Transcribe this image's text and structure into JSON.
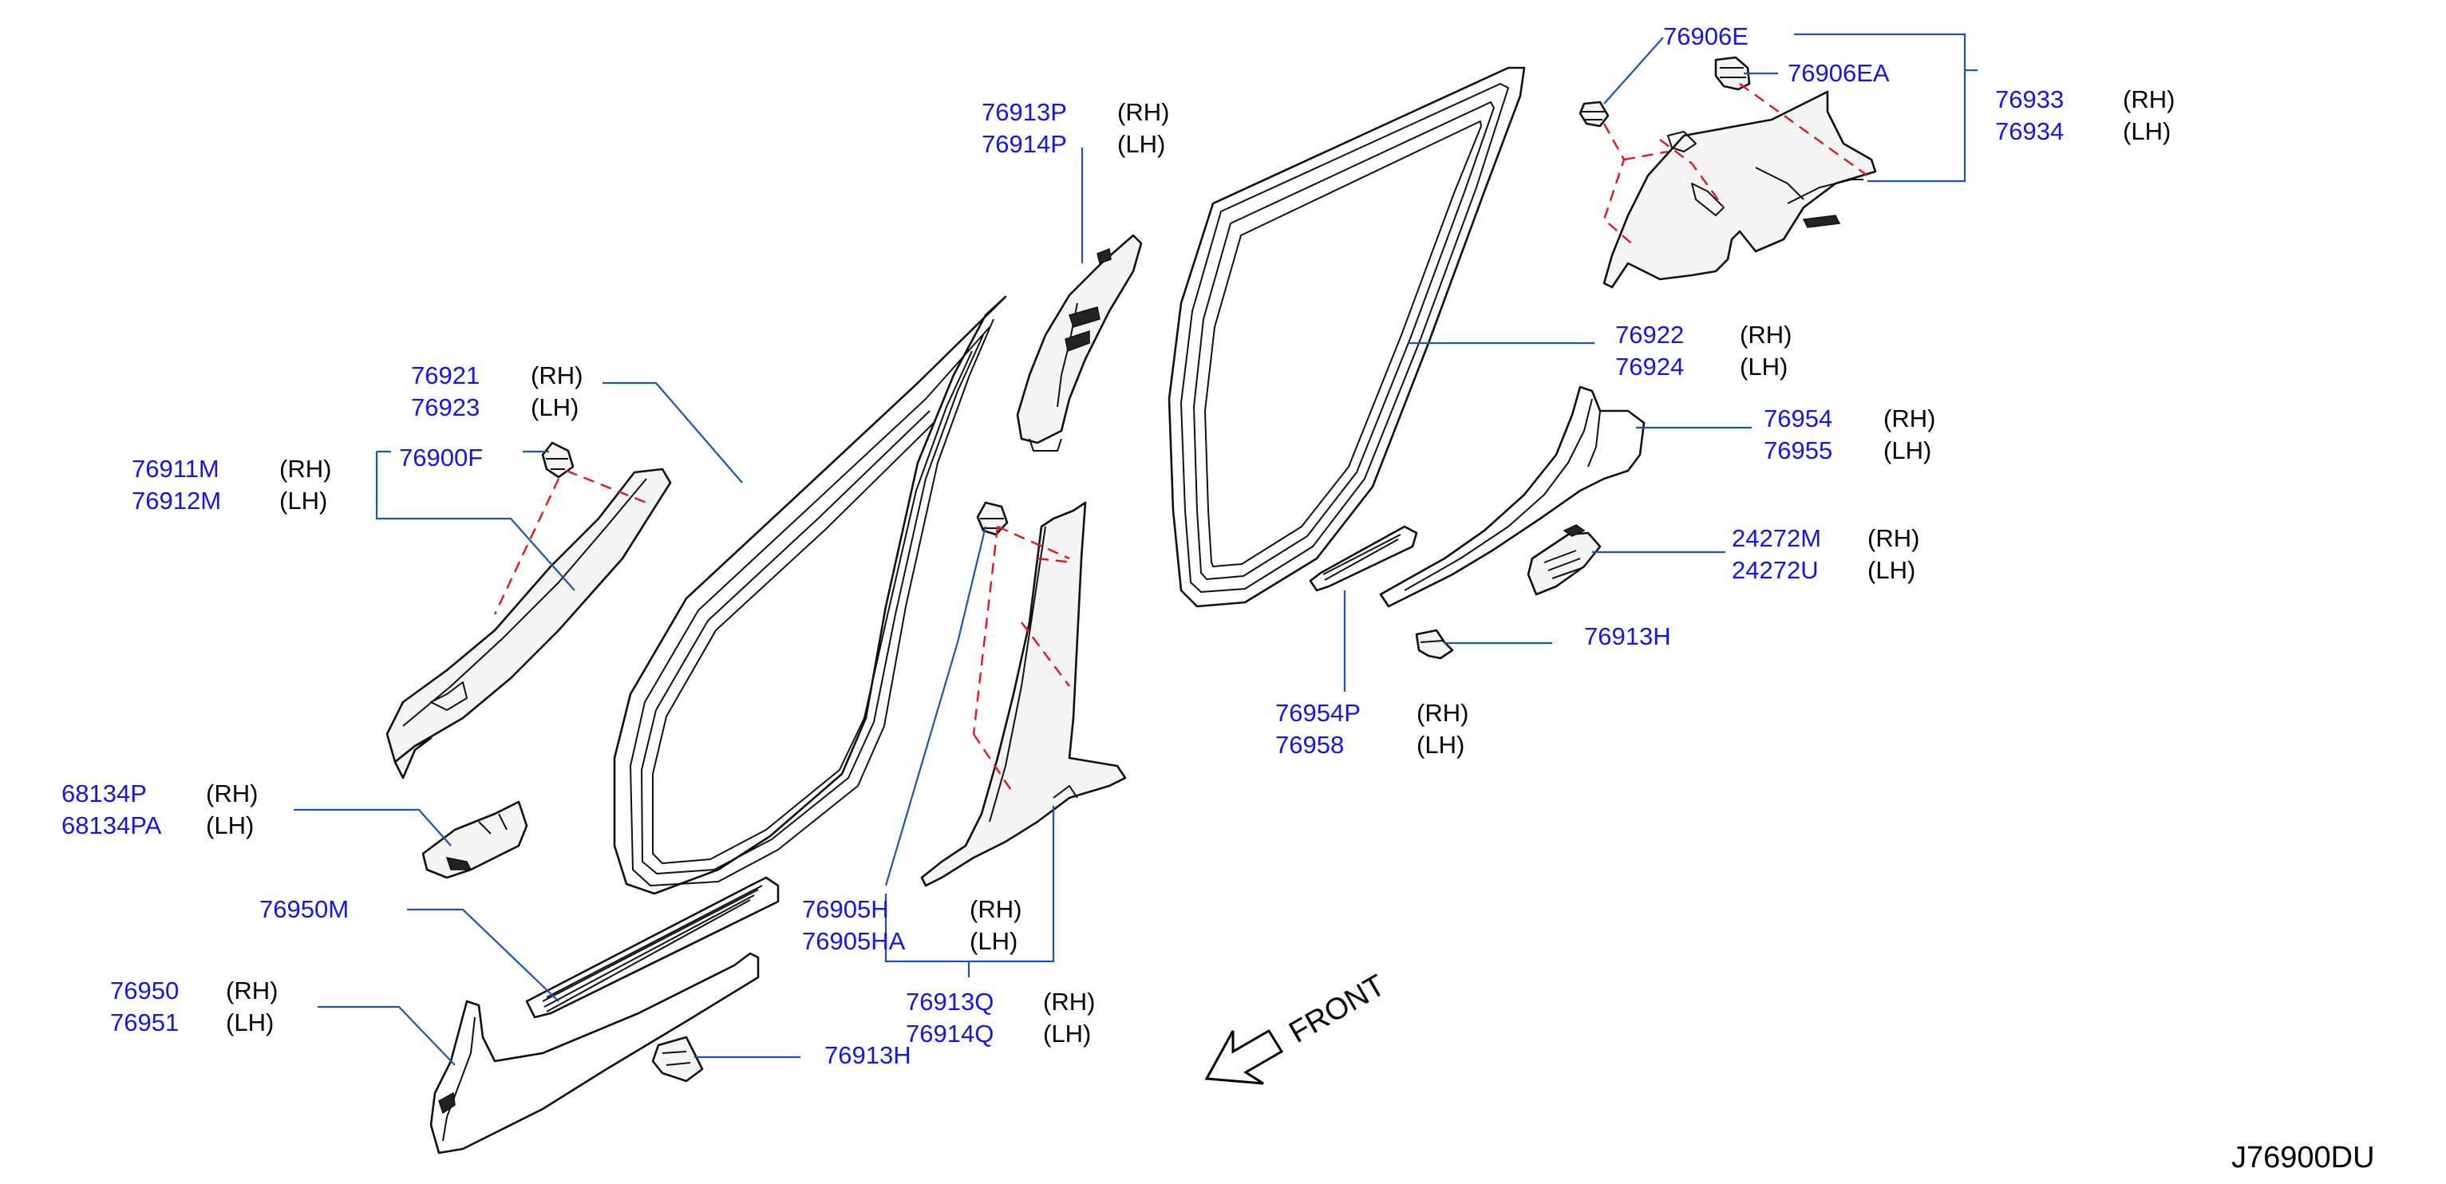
{
  "diagram": {
    "code": "J76900DU",
    "front_label": "FRONT",
    "colors": {
      "part_number": "#1515e6",
      "leader": "#1a55b0",
      "fastener_path": "#e8161b",
      "side": "#000000"
    },
    "callouts": [
      {
        "id": "c1",
        "lines": [
          {
            "part": "76906E",
            "side": ""
          }
        ]
      },
      {
        "id": "c2",
        "lines": [
          {
            "part": "76906EA",
            "side": ""
          }
        ]
      },
      {
        "id": "c3",
        "lines": [
          {
            "part": "76933",
            "side": "(RH)"
          },
          {
            "part": "76934",
            "side": "(LH)"
          }
        ]
      },
      {
        "id": "c4",
        "lines": [
          {
            "part": "76913P",
            "side": "(RH)"
          },
          {
            "part": "76914P",
            "side": "(LH)"
          }
        ]
      },
      {
        "id": "c5",
        "lines": [
          {
            "part": "76922",
            "side": "(RH)"
          },
          {
            "part": "76924",
            "side": "(LH)"
          }
        ]
      },
      {
        "id": "c6",
        "lines": [
          {
            "part": "76921",
            "side": "(RH)"
          },
          {
            "part": "76923",
            "side": "(LH)"
          }
        ]
      },
      {
        "id": "c7",
        "lines": [
          {
            "part": "76911M",
            "side": "(RH)"
          },
          {
            "part": "76912M",
            "side": "(LH)"
          }
        ]
      },
      {
        "id": "c8",
        "lines": [
          {
            "part": "76900F",
            "side": ""
          }
        ]
      },
      {
        "id": "c9",
        "lines": [
          {
            "part": "76954",
            "side": "(RH)"
          },
          {
            "part": "76955",
            "side": "(LH)"
          }
        ]
      },
      {
        "id": "c10",
        "lines": [
          {
            "part": "24272M",
            "side": "(RH)"
          },
          {
            "part": "24272U",
            "side": "(LH)"
          }
        ]
      },
      {
        "id": "c11",
        "lines": [
          {
            "part": "76913H",
            "side": ""
          }
        ]
      },
      {
        "id": "c12",
        "lines": [
          {
            "part": "76954P",
            "side": "(RH)"
          },
          {
            "part": "76958",
            "side": "(LH)"
          }
        ]
      },
      {
        "id": "c13",
        "lines": [
          {
            "part": "68134P",
            "side": "(RH)"
          },
          {
            "part": "68134PA",
            "side": "(LH)"
          }
        ]
      },
      {
        "id": "c14",
        "lines": [
          {
            "part": "76950M",
            "side": ""
          }
        ]
      },
      {
        "id": "c15",
        "lines": [
          {
            "part": "76905H",
            "side": "(RH)"
          },
          {
            "part": "76905HA",
            "side": "(LH)"
          }
        ]
      },
      {
        "id": "c16",
        "lines": [
          {
            "part": "76950",
            "side": "(RH)"
          },
          {
            "part": "76951",
            "side": "(LH)"
          }
        ]
      },
      {
        "id": "c17",
        "lines": [
          {
            "part": "76913Q",
            "side": "(RH)"
          },
          {
            "part": "76914Q",
            "side": "(LH)"
          }
        ]
      },
      {
        "id": "c18",
        "lines": [
          {
            "part": "76913H",
            "side": ""
          }
        ]
      }
    ]
  }
}
